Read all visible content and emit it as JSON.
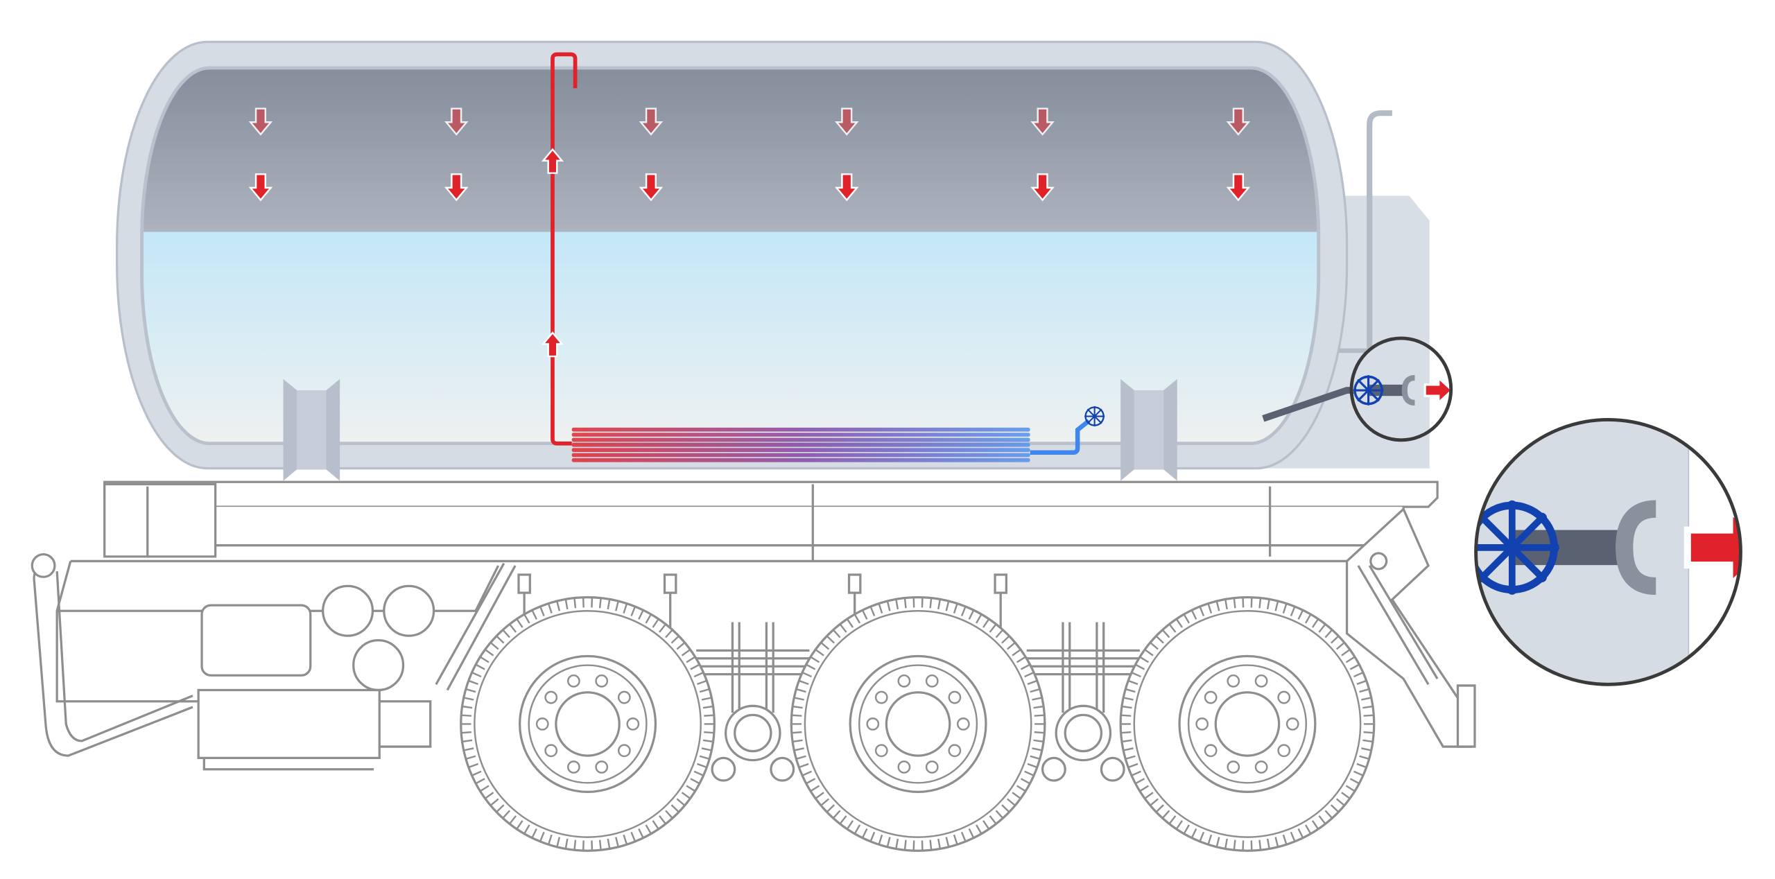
{
  "colors": {
    "tank_shell": "#d6dce4",
    "tank_outline": "#b7bfca",
    "vapor_top": "#868d9b",
    "vapor_bottom": "#adb3be",
    "liquid_top": "#c3e7f8",
    "liquid_bottom": "#eef1f0",
    "heat_red": "#e0232a",
    "cool_blue": "#3f86ee",
    "valve_blue": "#1242b0",
    "outlet_pipe": "#5a6170",
    "chassis_line": "#8e8e8e",
    "callout_ring": "#3a3a3a"
  },
  "pressure_arrows": {
    "columns": 6,
    "rows": 2,
    "direction": "down"
  },
  "riser_arrows": {
    "count": 2,
    "direction": "up"
  },
  "axles": 3,
  "icons": [
    "pressure-arrow-icon",
    "valve-handwheel-icon",
    "outlet-flow-arrow-icon"
  ]
}
